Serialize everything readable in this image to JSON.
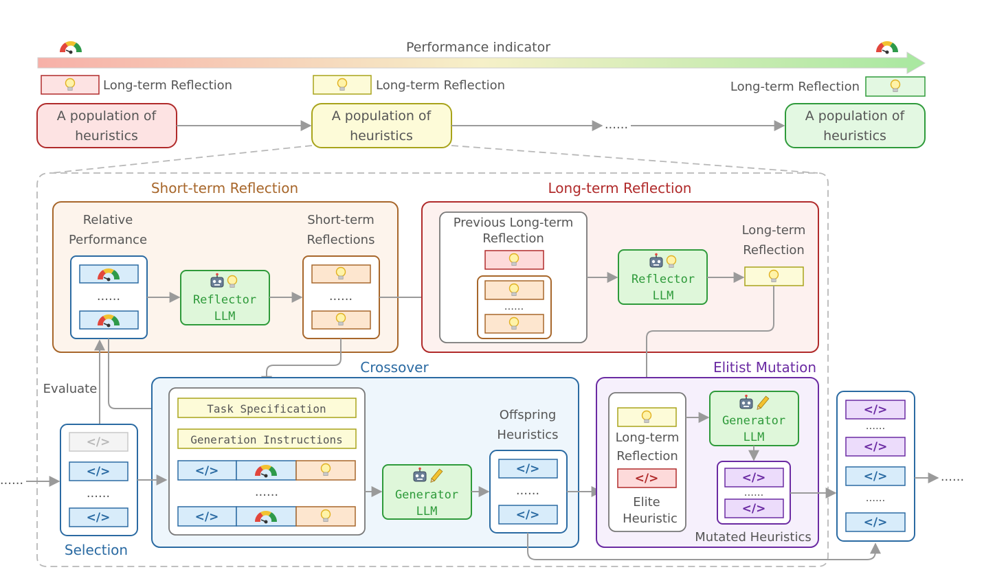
{
  "performance_indicator": "Performance indicator",
  "top": {
    "left": {
      "reflection": "Long-term Reflection",
      "population": [
        "A population of",
        "heuristics"
      ]
    },
    "middle": {
      "reflection": "Long-term Reflection",
      "population": [
        "A population of",
        "heuristics"
      ]
    },
    "right": {
      "reflection": "Long-term Reflection",
      "population": [
        "A population of",
        "heuristics"
      ]
    },
    "ellipsis": "......"
  },
  "short_term": {
    "title": "Short-term Reflection",
    "relative_performance": [
      "Relative",
      "Performance"
    ],
    "reflections_label": [
      "Short-term",
      "Reflections"
    ],
    "reflector": [
      "Reflector",
      "LLM"
    ],
    "ellipsis": "......"
  },
  "long_term": {
    "title": "Long-term Reflection",
    "previous": [
      "Previous Long-term",
      "Reflection"
    ],
    "reflector": [
      "Reflector",
      "LLM"
    ],
    "output_label": [
      "Long-term",
      "Reflection"
    ],
    "ellipsis": "......"
  },
  "evaluate": "Evaluate",
  "selection": {
    "label": "Selection",
    "code": "</>",
    "ellipsis": "......"
  },
  "crossover": {
    "title": "Crossover",
    "task_spec": "Task Specification",
    "gen_instructions": "Generation Instructions",
    "code": "</>",
    "ellipsis": "......",
    "generator": [
      "Generator",
      "LLM"
    ],
    "offspring": [
      "Offspring",
      "Heuristics"
    ]
  },
  "elitist": {
    "title": "Elitist Mutation",
    "ltr_label": [
      "Long-term",
      "Reflection"
    ],
    "elite_label": [
      "Elite",
      "Heuristic"
    ],
    "generator": [
      "Generator",
      "LLM"
    ],
    "mutated": "Mutated Heuristics",
    "code": "</>",
    "ellipsis": "......"
  },
  "output": {
    "code": "</>",
    "ellipsis": "......"
  },
  "leading_dots": "......",
  "trailing_dots": "......",
  "colors": {
    "red_stroke": "#b02a2a",
    "red_fill": "#fde3e3",
    "yellow_stroke": "#a8a31a",
    "yellow_fill": "#fdfbd8",
    "green_stroke": "#2e9a3a",
    "green_fill": "#e3f8e2",
    "brown": "#a7662a",
    "dark_red": "#b02a2a",
    "blue": "#2a6aa2",
    "purple": "#6a2aa2",
    "code_blue_fill": "#d8ecfa",
    "code_purple_fill": "#ecdcfb"
  }
}
